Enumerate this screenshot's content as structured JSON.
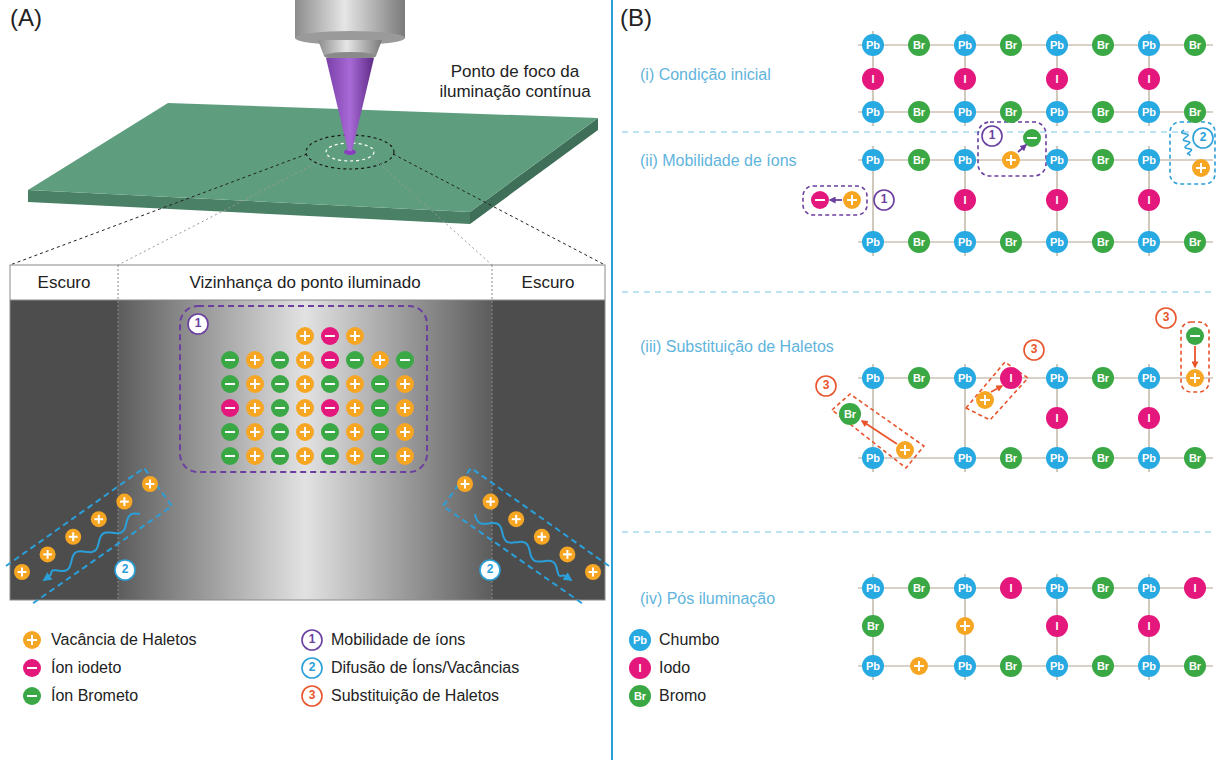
{
  "diagram": {
    "nodes": [
      {
        "text": [
          "Pb"
        ]
      },
      {
        "text": [
          "Br"
        ]
      },
      {
        "text": [
          "Pb"
        ]
      },
      {
        "text": [
          "Br"
        ]
      },
      {
        "text": [
          "Pb"
        ]
      },
      {
        "text": [
          "Br"
        ]
      },
      {
        "text": [
          "Pb"
        ]
      },
      {
        "text": [
          "Br"
        ]
      },
      {
        "text": [
          "I"
        ]
      },
      {
        "text": [
          "I"
        ]
      },
      {
        "text": [
          "I"
        ]
      },
      {
        "text": [
          "I"
        ]
      },
      {
        "text": [
          "Pb"
        ]
      },
      {
        "text": [
          "Br"
        ]
      },
      {
        "text": [
          "Pb"
        ]
      },
      {
        "text": [
          "Br"
        ]
      },
      {
        "text": [
          "Pb"
        ]
      },
      {
        "text": [
          "Br"
        ]
      },
      {
        "text": [
          "Pb"
        ]
      },
      {
        "text": [
          "Br"
        ]
      },
      {
        "text": [
          "Pb"
        ]
      },
      {
        "text": [
          "Br"
        ]
      },
      {
        "text": [
          "Pb"
        ]
      },
      {
        "text": [
          "Pb"
        ]
      },
      {
        "text": [
          "Br"
        ]
      },
      {
        "text": [
          "Pb"
        ]
      },
      {
        "text": [
          "I"
        ]
      },
      {
        "text": [
          "I"
        ]
      },
      {
        "text": [
          "I"
        ]
      },
      {
        "text": [
          "Pb"
        ]
      },
      {
        "text": [
          "Br"
        ]
      },
      {
        "text": [
          "Pb"
        ]
      },
      {
        "text": [
          "Br"
        ]
      },
      {
        "text": [
          "Pb"
        ]
      },
      {
        "text": [
          "Br"
        ]
      },
      {
        "text": [
          "Pb"
        ]
      },
      {
        "text": [
          "Br"
        ]
      },
      {
        "text": [
          "Pb"
        ]
      },
      {
        "text": [
          "Br"
        ]
      },
      {
        "text": [
          "Pb"
        ]
      },
      {
        "text": [
          "I"
        ]
      },
      {
        "text": [
          "Pb"
        ]
      },
      {
        "text": [
          "Br"
        ]
      },
      {
        "text": [
          "Pb"
        ]
      },
      {
        "text": [
          "Br"
        ]
      },
      {
        "text": [
          "I"
        ]
      },
      {
        "text": [
          "I"
        ]
      },
      {
        "text": [
          "Pb"
        ]
      },
      {
        "text": [
          "Pb"
        ]
      },
      {
        "text": [
          "Br"
        ]
      },
      {
        "text": [
          "Pb"
        ]
      },
      {
        "text": [
          "Br"
        ]
      },
      {
        "text": [
          "Pb"
        ]
      },
      {
        "text": [
          "Br"
        ]
      },
      {
        "text": [
          "Pb"
        ]
      },
      {
        "text": [
          "Br"
        ]
      },
      {
        "text": [
          "Pb"
        ]
      },
      {
        "text": [
          "I"
        ]
      },
      {
        "text": [
          "Pb"
        ]
      },
      {
        "text": [
          "Br"
        ]
      },
      {
        "text": [
          "Pb"
        ]
      },
      {
        "text": [
          "I"
        ]
      },
      {
        "text": [
          "Br"
        ]
      },
      {
        "text": [
          "I"
        ]
      },
      {
        "text": [
          "I"
        ]
      },
      {
        "text": [
          "Pb"
        ]
      },
      {
        "text": [
          "Pb"
        ]
      },
      {
        "text": [
          "Br"
        ]
      },
      {
        "text": [
          "Pb"
        ]
      },
      {
        "text": [
          "Br"
        ]
      },
      {
        "text": [
          "Pb"
        ]
      },
      {
        "text": [
          "Br"
        ]
      }
    ],
    "labels": [
      "(A)",
      "Ponto de foco da iluminação contínua",
      "Escuro",
      "Vizinhança do ponto iluminado",
      "Escuro",
      "1",
      "2",
      "2",
      "(B)",
      "(i) Condição inicial",
      "(ii) Mobilidade de íons",
      "1",
      "1",
      "2",
      "(iii) Substituição de Haletos",
      "3",
      "3",
      "3",
      "(iv) Pós iluminação",
      "1",
      "2",
      "3",
      "Pb",
      "I",
      "Br"
    ],
    "legend": [
      {
        "text": "Vacância de Haletos",
        "color": "#f6a623"
      },
      {
        "text": "Íon iodeto",
        "color": "#e4177c"
      },
      {
        "text": "Íon Brometo",
        "color": "#3aa844"
      },
      {
        "text": "Mobilidade de íons"
      },
      {
        "text": "Difusão de Íons/Vacâncias"
      },
      {
        "text": "Substituição de Haletos"
      },
      {
        "text": "Chumbo",
        "color": "#27a9e1"
      },
      {
        "text": "Iodo",
        "color": "#e4177c"
      },
      {
        "text": "Bromo",
        "color": "#3aa844"
      }
    ]
  }
}
